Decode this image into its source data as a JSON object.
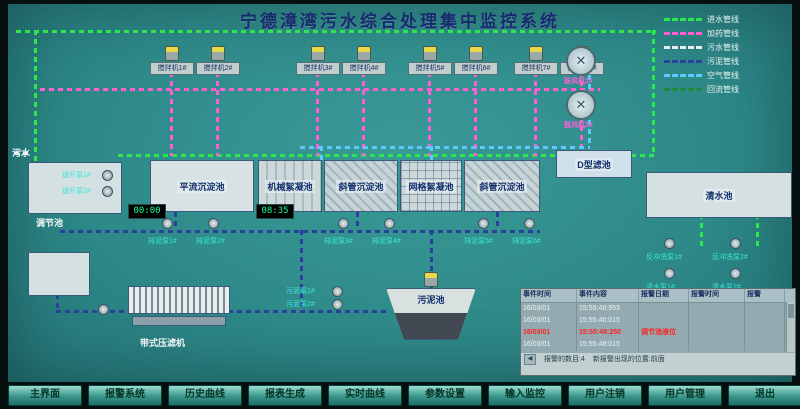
{
  "title": "宁德漳湾污水综合处理集中监控系统",
  "legend": {
    "items": [
      {
        "label": "进水管线",
        "color": "#2ce84a"
      },
      {
        "label": "加药管线",
        "color": "#ff5fd0"
      },
      {
        "label": "污水管线",
        "color": "#e8eef0"
      },
      {
        "label": "污泥管线",
        "color": "#2a3f9e"
      },
      {
        "label": "空气管线",
        "color": "#5fc8ff"
      },
      {
        "label": "回流管线",
        "color": "#1f8a3a"
      }
    ]
  },
  "diagram": {
    "inflow_label": "污水",
    "tanks": {
      "regulating": "调节池",
      "horizontal_sedimentation": "平流沉淀池",
      "mechanical_flocculation": "机械絮凝池",
      "inclined_tube_1": "斜管沉淀池",
      "grid_flocculation": "网格絮凝池",
      "inclined_tube_2": "斜管沉淀池",
      "d_filter": "D型滤池",
      "clear_water": "清水池",
      "sludge": "污泥池",
      "belt_press": "带式压滤机"
    },
    "mixers": [
      {
        "label": "搅拌机1#"
      },
      {
        "label": "搅拌机2#"
      },
      {
        "label": "搅拌机3#"
      },
      {
        "label": "搅拌机4#"
      },
      {
        "label": "搅拌机5#"
      },
      {
        "label": "搅拌机6#"
      },
      {
        "label": "搅拌机7#"
      },
      {
        "label": "搅拌机8#"
      }
    ],
    "blowers": [
      {
        "label": "鼓风机1#"
      },
      {
        "label": "鼓风机2#"
      }
    ],
    "pumps": {
      "lift": [
        "提升泵1#",
        "提升泵2#"
      ],
      "sludge_discharge": [
        "排泥泵1#",
        "排泥泵2#",
        "排泥泵3#",
        "排泥泵4#",
        "排泥泵5#",
        "排泥泵6#"
      ],
      "backwash": [
        "反冲洗泵1#",
        "反冲洗泵2#"
      ],
      "clear_water": [
        "清水泵1#",
        "清水泵2#"
      ],
      "sludge": [
        "污泥泵1#",
        "污泥泵2#"
      ]
    },
    "timers": [
      "00:00",
      "08:35"
    ]
  },
  "alarm_panel": {
    "headers": [
      "事件时间",
      "事件内容",
      "报警日期",
      "报警时间",
      "报警"
    ],
    "rows": [
      {
        "cells": [
          "16/03/01",
          "15:55:48:953",
          "",
          "",
          ""
        ]
      },
      {
        "cells": [
          "16/03/01",
          "15:55:46:015",
          "",
          "",
          ""
        ]
      },
      {
        "cells": [
          "16/03/01",
          "15:55:48:250",
          "调节池液位",
          "",
          ""
        ]
      },
      {
        "cells": [
          "16/03/01",
          "15:55:48:015",
          "",
          "",
          ""
        ]
      }
    ],
    "footer": {
      "count": "报警的数目:4",
      "position": "新报警出现的位置:前面",
      "scroll_left": "◀"
    }
  },
  "nav": {
    "buttons": [
      "主界面",
      "报警系统",
      "历史曲线",
      "报表生成",
      "实时曲线",
      "参数设置",
      "输入监控",
      "用户注销",
      "用户管理",
      "退出"
    ]
  }
}
